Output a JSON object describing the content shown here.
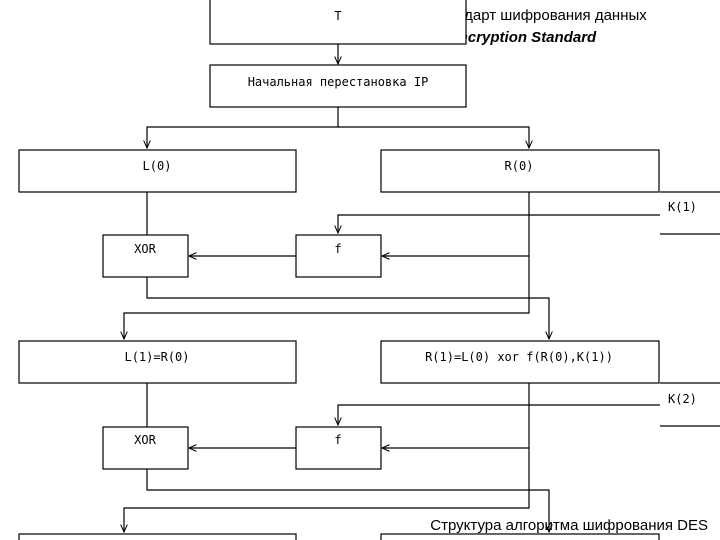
{
  "header": {
    "line1": "Стандарт шифрования данных",
    "line2": "Data Encryption Standard"
  },
  "diagram": {
    "top_block": "T",
    "ip_block": "Начальная перестановка IP",
    "l0": "L(0)",
    "r0": "R(0)",
    "key1": "K(1)",
    "xor1": "XOR",
    "f1": "f",
    "l1": "L(1)=R(0)",
    "r1": "R(1)=L(0) xor f(R(0),K(1))",
    "key2": "K(2)",
    "xor2": "XOR",
    "f2": "f"
  },
  "footer": {
    "caption": "Структура алгоритма шифрования DES"
  }
}
